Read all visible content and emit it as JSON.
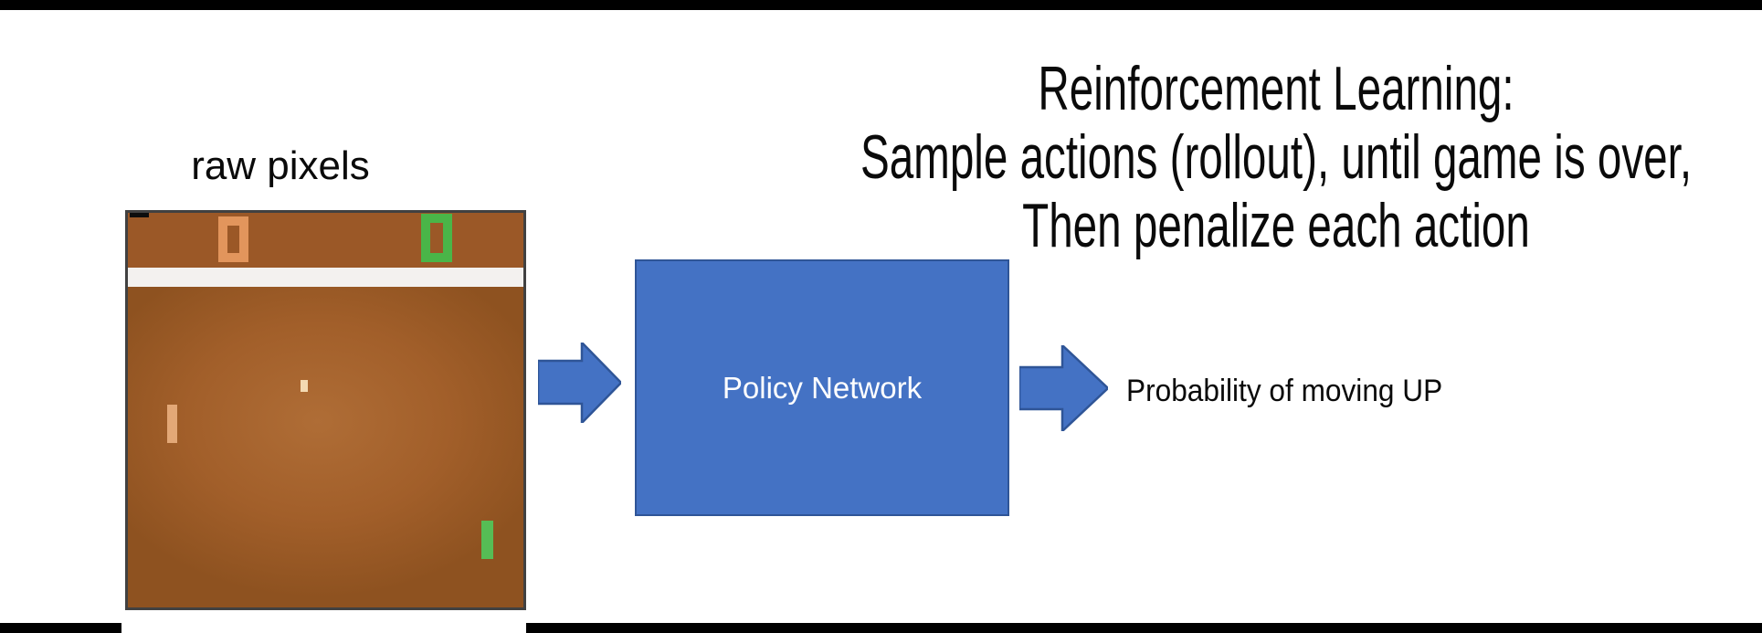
{
  "slide": {
    "title_lines": [
      "Reinforcement Learning:",
      "Sample actions (rollout), until game is over,",
      "Then penalize each action"
    ],
    "raw_pixels_label": "raw pixels",
    "policy_network_label": "Policy Network",
    "output_label": "Probability of moving UP"
  },
  "game_screen": {
    "left_score": "0",
    "right_score": "0"
  },
  "colors": {
    "accent_blue": "#4472c4",
    "accent_blue_border": "#2f5597",
    "letterbox_black": "#000000",
    "scoreboard_brown": "#9b5827",
    "field_brown": "#a25f2a",
    "white_band": "#f3f1ef",
    "score_orange": "#e2955c",
    "score_green": "#4ab548",
    "paddle_orange": "#e3a877",
    "paddle_green": "#56bd55",
    "ball_cream": "#f4dab2"
  }
}
